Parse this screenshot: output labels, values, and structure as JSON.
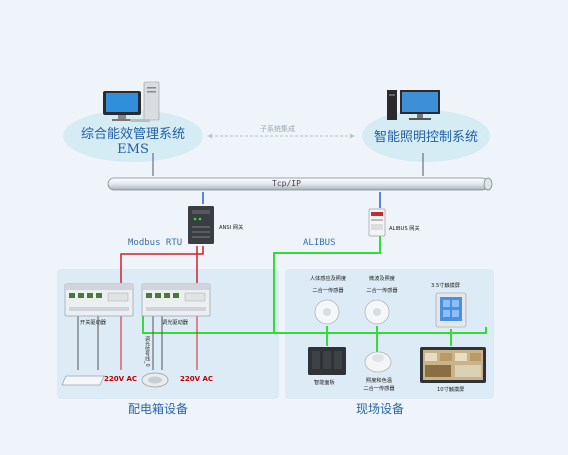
{
  "systems": {
    "ems_line1": "综合能效管理系统",
    "ems_line2": "EMS",
    "lighting": "智能照明控制系统",
    "integration": "子系统集成"
  },
  "bus": {
    "label": "Tcp/IP"
  },
  "gateways": {
    "ansi_label": "ANSI 网关",
    "alibus_label": "ALIBUS 网关"
  },
  "protocols": {
    "modbus": "Modbus RTU",
    "alibus": "ALIBUS"
  },
  "panel_box": {
    "title": "配电箱设备",
    "switch_driver": "开关驱动器",
    "dimmer_driver": "调光驱动器",
    "voltage_left": "220V AC",
    "voltage_right": "220V AC",
    "dimming_cable": "调光信号线_0"
  },
  "field": {
    "title": "现场设备",
    "presence_sensor_l1": "人体感应及照度",
    "presence_sensor_l2": "二合一传感器",
    "microwave_sensor_l1": "微波及照度",
    "microwave_sensor_l2": "二合一传感器",
    "touch35": "3.5寸触摸屏",
    "smart_panel": "智能面板",
    "color_sensor_l1": "照度和色温",
    "color_sensor_l2": "二合一传感器",
    "touch10": "10寸触摸屏"
  },
  "colors": {
    "green_line": "#33dd33",
    "red_line": "#d22222",
    "blue_line": "#2a5fd0",
    "ellipse": "#d6ecf5",
    "panel_bg": "#dcebf5"
  }
}
